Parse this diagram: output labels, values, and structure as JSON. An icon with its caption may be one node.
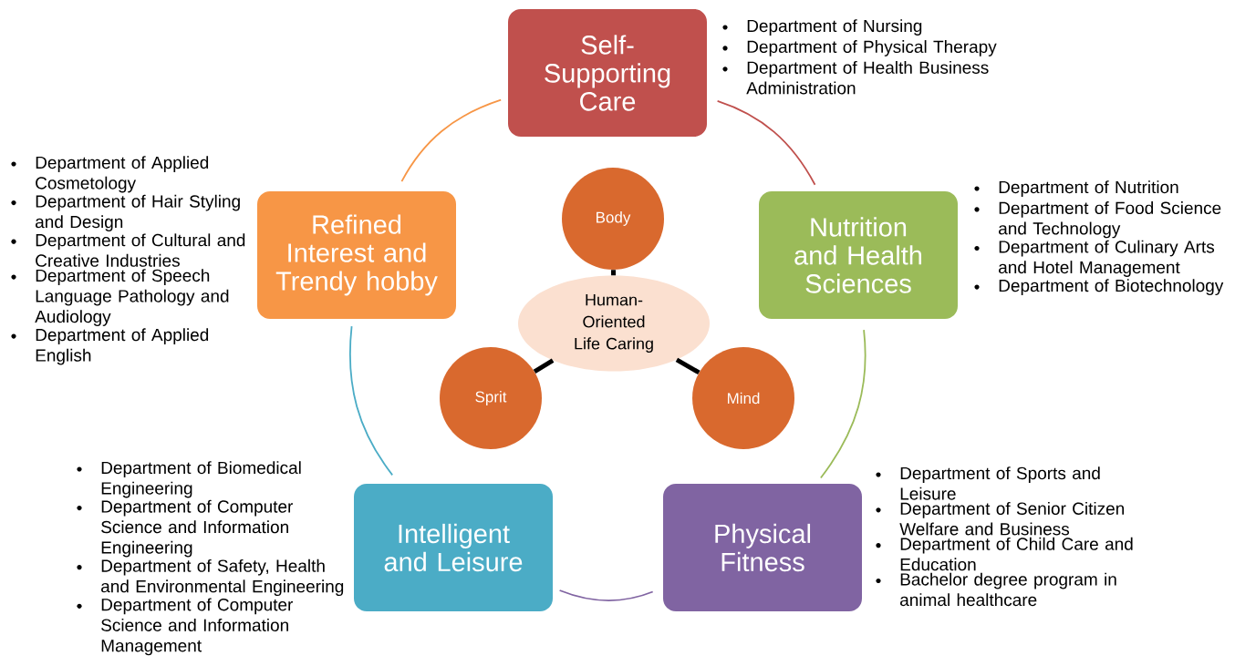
{
  "diagram": {
    "nodes": [
      {
        "text": [
          "Self-Supporting Care"
        ],
        "beside": [
          "Department of Nursing",
          "Department of Physical Therapy",
          "Department of Health Business Administration"
        ]
      },
      {
        "text": [
          "Nutrition and Health Sciences"
        ],
        "beside": [
          "Department of Nutrition",
          "Department of Food Science and Technology",
          "Department of Culinary Arts and Hotel Management",
          "Department of Biotechnology"
        ]
      },
      {
        "text": [
          "Physical Fitness"
        ],
        "beside": [
          "Department of Sports and Leisure",
          "Department of Senior Citizen Welfare and Business",
          "Department of Child Care and Education",
          "Bachelor degree program in animal healthcare"
        ]
      },
      {
        "text": [
          "Intelligent and Leisure"
        ],
        "beside": [
          "Department of Biomedical Engineering",
          "Department of Computer Science and Information Engineering",
          "Department of Safety, Health and Environmental Engineering",
          "Department of Computer Science and Information Management"
        ]
      },
      {
        "text": [
          "Refined Interest and Trendy hobby"
        ],
        "beside": [
          "Department of Applied Cosmetology",
          "Department of Hair Styling and Design",
          "Department of Cultural and Creative Industries",
          "Department of Speech Language Pathology and Audiology",
          "Department of Applied English"
        ]
      },
      {
        "text": [
          "Human-Oriented Life Caring"
        ]
      },
      {
        "text": [
          "Body"
        ]
      },
      {
        "text": [
          "Mind"
        ]
      },
      {
        "text": [
          "Sprit"
        ]
      }
    ],
    "edges": [
      {
        "from": 0,
        "to": 1,
        "arrow": "none",
        "color": "#c0504d"
      },
      {
        "from": 1,
        "to": 2,
        "arrow": "none",
        "color": "#9bbb59"
      },
      {
        "from": 2,
        "to": 3,
        "arrow": "none",
        "color": "#8064a2"
      },
      {
        "from": 3,
        "to": 4,
        "arrow": "none",
        "color": "#4bacc6"
      },
      {
        "from": 4,
        "to": 0,
        "arrow": "none",
        "color": "#f79646"
      },
      {
        "from": 5,
        "to": 6,
        "arrow": "none",
        "style": "thick"
      },
      {
        "from": 5,
        "to": 7,
        "arrow": "none",
        "style": "thick"
      },
      {
        "from": 5,
        "to": 8,
        "arrow": "none",
        "style": "thick"
      }
    ]
  }
}
